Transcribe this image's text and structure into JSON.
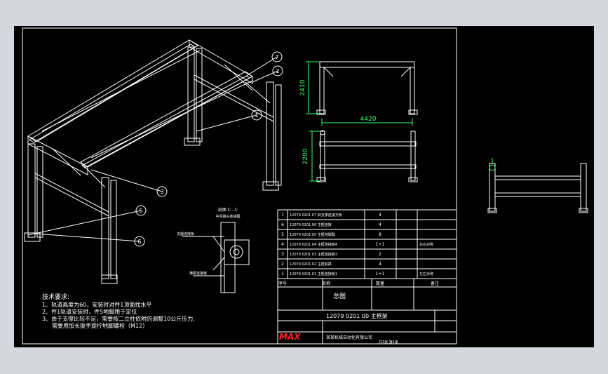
{
  "colors": {
    "app_bg": "#d4d7dd",
    "canvas_bg": "#000000",
    "line": "#ffffff",
    "dimension": "#33ff66",
    "logo": "#ff2222"
  },
  "leaders": [
    {
      "num": "7"
    },
    {
      "num": "2"
    },
    {
      "num": "1"
    },
    {
      "num": "3"
    },
    {
      "num": "5"
    },
    {
      "num": "6"
    }
  ],
  "dimensions": {
    "height_top": "2410",
    "width": "4420",
    "height_side": "2200"
  },
  "section": {
    "title": "剖面 C - C",
    "sub": "中间接头连接图",
    "label_a": "支腿连接板",
    "label_b": "横梁连接板"
  },
  "notes": {
    "heading": "技术要求:",
    "line1": "1、轨道高度为60，安装时对件1顶面找水平",
    "line2": "2、件1轨道安装时，件5地脚用于定位",
    "line3": "3、由于支撑比较不足，需要按二立柱依附的调整10公斤压力,",
    "line4": "需要用加长扳手旋拧地脚螺栓（M12）"
  },
  "bom": {
    "rows": [
      {
        "no": "7",
        "code": "12079 0201 07 斜支撑连接方板",
        "qty": "4",
        "note": ""
      },
      {
        "no": "6",
        "code": "12079 0201 06 主框连接",
        "qty": "4",
        "note": ""
      },
      {
        "no": "5",
        "code": "12079 0201 05 主框地脚器",
        "qty": "8",
        "note": ""
      },
      {
        "no": "4",
        "code": "12079 0201 04 主框连接板4",
        "qty": "1+1",
        "note": "左右对称"
      },
      {
        "no": "3",
        "code": "12079 0201 03 主框连接板3",
        "qty": "2",
        "note": ""
      },
      {
        "no": "2",
        "code": "12079 0201 02 主框斜撑",
        "qty": "4",
        "note": ""
      },
      {
        "no": "1",
        "code": "12079 0201 01 主框连接板1",
        "qty": "1+1",
        "note": "左右对称"
      }
    ],
    "header": {
      "no": "序号",
      "code": "名称",
      "qty": "数量",
      "note": "备注"
    }
  },
  "titleblock": {
    "main_title": "总图",
    "drawing_no": "12079 0201 00 主框架",
    "company": "某某机械自动化有限公司",
    "logo": "MAX",
    "footer": "共1张 第1张"
  }
}
